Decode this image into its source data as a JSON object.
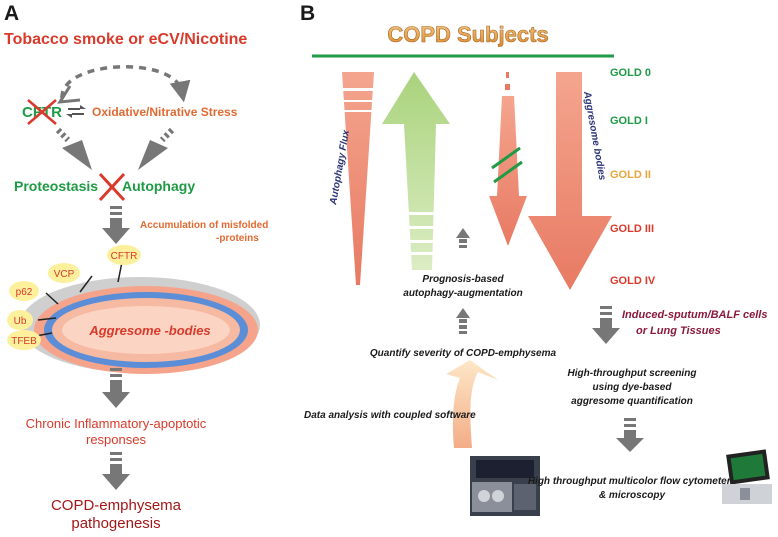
{
  "colors": {
    "red": "#d93a2b",
    "dark_red": "#a31818",
    "green": "#1f9a45",
    "orange": "#e8a53c",
    "navy": "#2b3577",
    "salmon": "#ee8c74",
    "light_green": "#b5d98c",
    "gray": "#6b6b6b",
    "maroon": "#8b1a3c"
  },
  "panel_a": {
    "letter": "A",
    "title": "Tobacco smoke or eCV/Nicotine",
    "cftr": "CFTR",
    "stress": "Oxidative/Nitrative Stress",
    "proteostasis": "Proteostasis",
    "autophagy": "Autophagy",
    "accumulation_line1": "Accumulation of misfolded",
    "accumulation_line2": "-proteins",
    "aggresome": "Aggresome -bodies",
    "markers": [
      "p62",
      "VCP",
      "CFTR",
      "Ub",
      "TFEB"
    ],
    "chronic_line1": "Chronic Inflammatory-apoptotic",
    "chronic_line2": "responses",
    "pathogenesis_line1": "COPD-emphysema",
    "pathogenesis_line2": "pathogenesis"
  },
  "panel_b": {
    "letter": "B",
    "title": "COPD Subjects",
    "gold_stages": [
      {
        "label": "GOLD 0",
        "color": "#1f9a45"
      },
      {
        "label": "GOLD I",
        "color": "#1f9a45"
      },
      {
        "label": "GOLD II",
        "color": "#e8a53c"
      },
      {
        "label": "GOLD III",
        "color": "#d93a2b"
      },
      {
        "label": "GOLD IV",
        "color": "#d93a2b"
      }
    ],
    "autophagy_flux": "Autophagy Flux",
    "aggresome_bodies": "Aggresome bodies",
    "prognosis_line1": "Prognosis-based",
    "prognosis_line2": "autophagy-augmentation",
    "quantify": "Quantify severity of COPD-emphysema",
    "data_analysis": "Data analysis with coupled software",
    "sputum_line1": "Induced-sputum/BALF cells",
    "sputum_line2": "or Lung Tissues",
    "screening_line1": "High-throughput screening",
    "screening_line2": "using dye-based",
    "screening_line3": "aggresome quantification",
    "flow_line1": "High throughput multicolor flow cytometery",
    "flow_line2": "& microscopy"
  }
}
